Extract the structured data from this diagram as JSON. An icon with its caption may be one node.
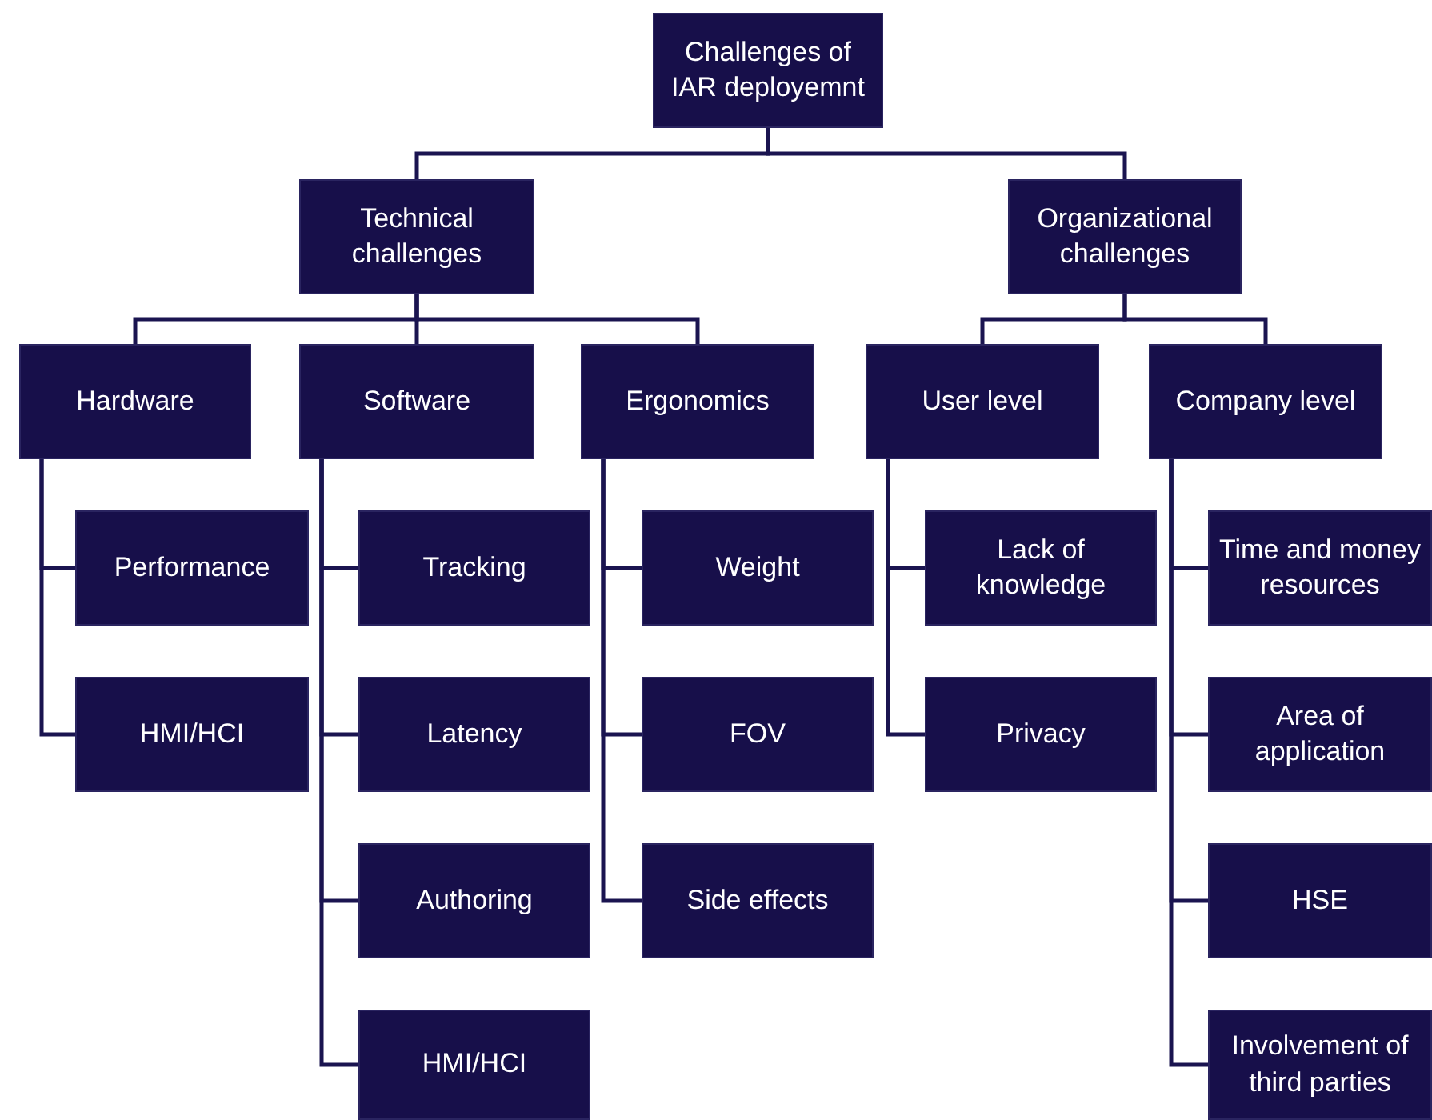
{
  "diagram": {
    "nodes": [
      {
        "text": [
          "Challenges of IAR deployemnt"
        ]
      },
      {
        "text": [
          "Technical challenges"
        ]
      },
      {
        "text": [
          "Organizational challenges"
        ]
      },
      {
        "text": [
          "Hardware"
        ]
      },
      {
        "text": [
          "Software"
        ]
      },
      {
        "text": [
          "Ergonomics"
        ]
      },
      {
        "text": [
          "User level"
        ]
      },
      {
        "text": [
          "Company level"
        ]
      },
      {
        "text": [
          "Performance"
        ]
      },
      {
        "text": [
          "HMI/HCI"
        ]
      },
      {
        "text": [
          "Tracking"
        ]
      },
      {
        "text": [
          "Latency"
        ]
      },
      {
        "text": [
          "Authoring"
        ]
      },
      {
        "text": [
          "HMI/HCI"
        ]
      },
      {
        "text": [
          "Weight"
        ]
      },
      {
        "text": [
          "FOV"
        ]
      },
      {
        "text": [
          "Side effects"
        ]
      },
      {
        "text": [
          "Lack of knowledge"
        ]
      },
      {
        "text": [
          "Privacy"
        ]
      },
      {
        "text": [
          "Time and money resources"
        ]
      },
      {
        "text": [
          "Area of application"
        ]
      },
      {
        "text": [
          "HSE"
        ]
      },
      {
        "text": [
          "Involvement of third parties"
        ]
      }
    ],
    "edges": [
      {
        "from": 0,
        "to": 1,
        "arrow": "none"
      },
      {
        "from": 0,
        "to": 2,
        "arrow": "none"
      },
      {
        "from": 1,
        "to": 3,
        "arrow": "none"
      },
      {
        "from": 1,
        "to": 4,
        "arrow": "none"
      },
      {
        "from": 1,
        "to": 5,
        "arrow": "none"
      },
      {
        "from": 2,
        "to": 6,
        "arrow": "none"
      },
      {
        "from": 2,
        "to": 7,
        "arrow": "none"
      },
      {
        "from": 3,
        "to": 8,
        "arrow": "none"
      },
      {
        "from": 3,
        "to": 9,
        "arrow": "none"
      },
      {
        "from": 4,
        "to": 10,
        "arrow": "none"
      },
      {
        "from": 4,
        "to": 11,
        "arrow": "none"
      },
      {
        "from": 4,
        "to": 12,
        "arrow": "none"
      },
      {
        "from": 4,
        "to": 13,
        "arrow": "none"
      },
      {
        "from": 5,
        "to": 14,
        "arrow": "none"
      },
      {
        "from": 5,
        "to": 15,
        "arrow": "none"
      },
      {
        "from": 5,
        "to": 16,
        "arrow": "none"
      },
      {
        "from": 6,
        "to": 17,
        "arrow": "none"
      },
      {
        "from": 6,
        "to": 18,
        "arrow": "none"
      },
      {
        "from": 7,
        "to": 19,
        "arrow": "none"
      },
      {
        "from": 7,
        "to": 20,
        "arrow": "none"
      },
      {
        "from": 7,
        "to": 21,
        "arrow": "none"
      },
      {
        "from": 7,
        "to": 22,
        "arrow": "none"
      }
    ]
  }
}
